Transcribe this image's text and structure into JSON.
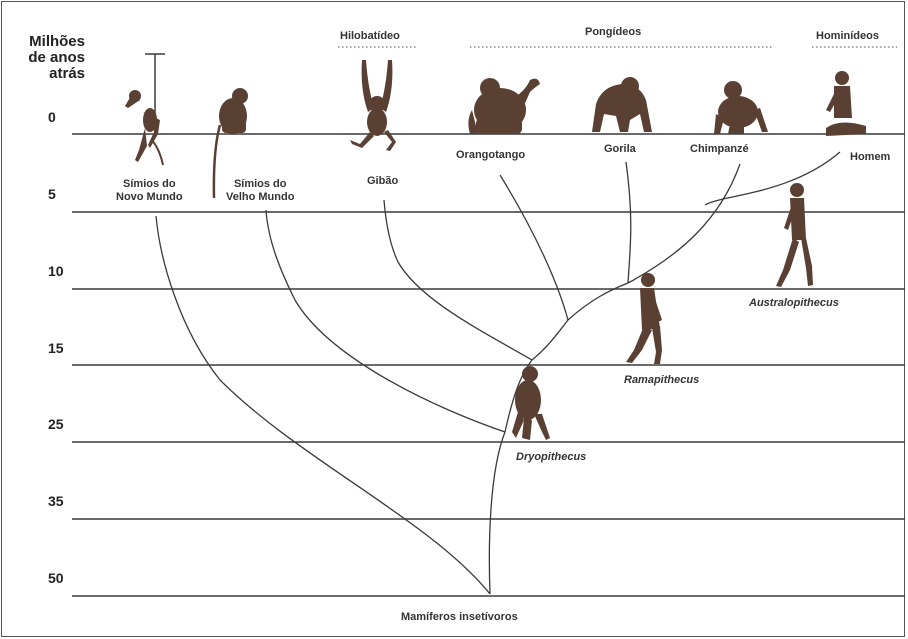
{
  "axis": {
    "title_line1": "Milhões",
    "title_line2": "de anos",
    "title_line3": "atrás",
    "ticks": [
      "0",
      "5",
      "10",
      "15",
      "25",
      "35",
      "50"
    ]
  },
  "groups": {
    "hilobatideo": "Hilobatídeo",
    "pongideos": "Pongídeos",
    "hominideos": "Hominídeos"
  },
  "species": {
    "simios_novo_l1": "Símios do",
    "simios_novo_l2": "Novo Mundo",
    "simios_velho_l1": "Símios do",
    "simios_velho_l2": "Velho Mundo",
    "gibao": "Gibão",
    "orangotango": "Orangotango",
    "gorila": "Gorila",
    "chimpanze": "Chimpanzé",
    "homem": "Homem"
  },
  "fossils": {
    "australopithecus": "Australopithecus",
    "ramapithecus": "Ramapithecus",
    "dryopithecus": "Dryopithecus"
  },
  "root": "Mamíferos insetívoros",
  "colors": {
    "line": "#3a3a3a",
    "figure": "#5a3f33",
    "dotted": "#888888"
  },
  "icons": [
    "new-world-monkey-icon",
    "old-world-monkey-icon",
    "gibbon-icon",
    "orangutan-icon",
    "gorilla-icon",
    "chimpanzee-icon",
    "human-icon",
    "australopithecus-icon",
    "ramapithecus-icon",
    "dryopithecus-icon"
  ]
}
